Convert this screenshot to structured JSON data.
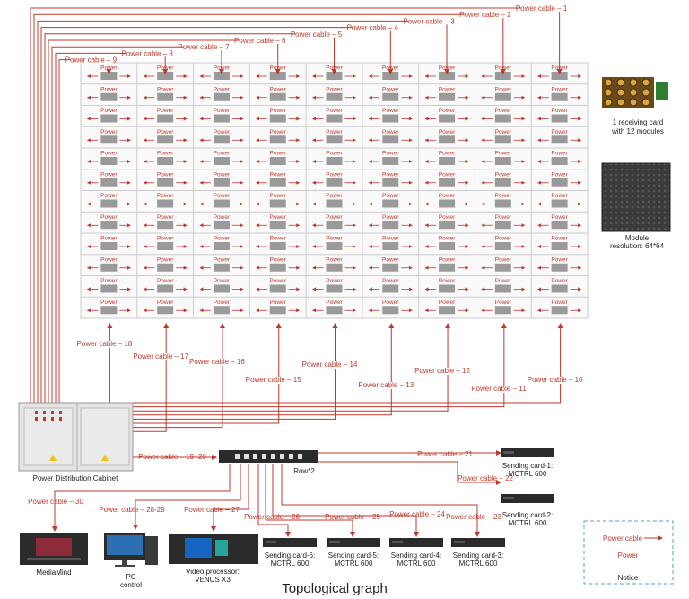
{
  "grid": {
    "cols": 9,
    "rows": 12,
    "cell_power": "Power"
  },
  "top_cables": [
    {
      "label": "Power cable – 1",
      "col": 8
    },
    {
      "label": "Power cable – 2",
      "col": 7
    },
    {
      "label": "Power cable – 3",
      "col": 6
    },
    {
      "label": "Power cable – 4",
      "col": 5
    },
    {
      "label": "Power cable – 5",
      "col": 4
    },
    {
      "label": "Power cable – 6",
      "col": 3
    },
    {
      "label": "Power cable – 7",
      "col": 2
    },
    {
      "label": "Power cable – 8",
      "col": 1
    },
    {
      "label": "Power cable – 9",
      "col": 0
    }
  ],
  "bottom_cables": [
    {
      "label": "Power cable – 10",
      "col": 8
    },
    {
      "label": "Power cable – 11",
      "col": 7
    },
    {
      "label": "Power cable – 12",
      "col": 6
    },
    {
      "label": "Power cable – 13",
      "col": 5
    },
    {
      "label": "Power cable – 14",
      "col": 4
    },
    {
      "label": "Power cable – 15",
      "col": 3
    },
    {
      "label": "Power cable – 16",
      "col": 2
    },
    {
      "label": "Power cable – 17",
      "col": 1
    },
    {
      "label": "Power cable – 18",
      "col": 0
    }
  ],
  "legend_right": {
    "receiving_card_line1": "1 receiving card",
    "receiving_card_line2": "with 12 modules",
    "module_line1": "Module",
    "module_line2": "resolution: 64*64"
  },
  "cabinet_label": "Power Distribution Cabinet",
  "pdu": {
    "cable_label": "Power cable – 19 -20",
    "row_label": "Row*2"
  },
  "sending_cards_right": [
    {
      "cable": "Power cable – 21",
      "line1": "Sending card-1:",
      "line2": "MCTRL 600"
    },
    {
      "cable": "Power cable – 22",
      "line1": "Sending card-2:",
      "line2": "MCTRL 600"
    }
  ],
  "bottom_devices": [
    {
      "cable": "Power cable – 30",
      "line1": "MediaMind",
      "line2": ""
    },
    {
      "cable": "Power cable – 28-29",
      "line1": "PC",
      "line2": "control"
    },
    {
      "cable": "Power cable – 27",
      "line1": "Video processor:",
      "line2": "VENUS X3"
    },
    {
      "cable": "Power cable – 26",
      "line1": "Sending card-6:",
      "line2": "MCTRL 600"
    },
    {
      "cable": "Power cable – 25",
      "line1": "Sending card-5:",
      "line2": "MCTRL 600"
    },
    {
      "cable": "Power cable – 24",
      "line1": "Sending card-4:",
      "line2": "MCTRL 600"
    },
    {
      "cable": "Power cable – 23",
      "line1": "Sending card-3:",
      "line2": "MCTRL 600"
    }
  ],
  "notice": {
    "cable": "Power cable",
    "power": "Power",
    "title": "Notice"
  },
  "title": "Topological graph",
  "colors": {
    "cable": "#c0392b",
    "grid_line": "#cccccc",
    "module": "#9a9a9a",
    "device": "#2b2b2b"
  }
}
